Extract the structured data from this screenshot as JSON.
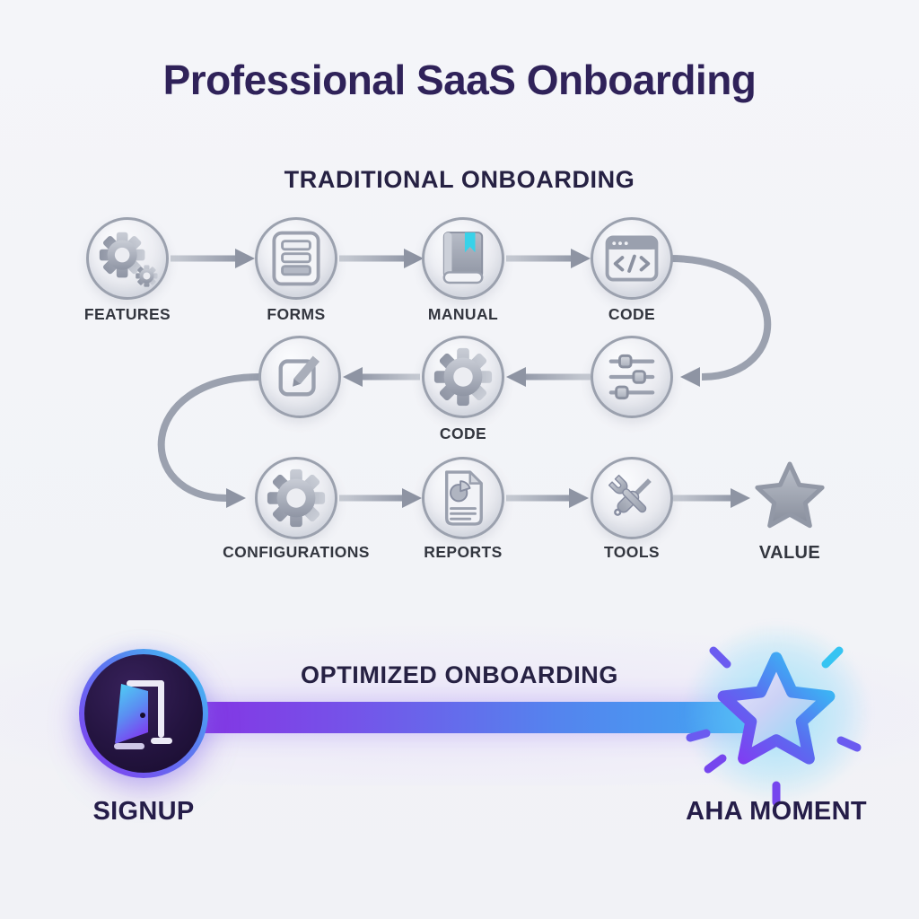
{
  "title": "Professional SaaS Onboarding",
  "traditional": {
    "heading": "TRADITIONAL ONBOARDING",
    "nodes": [
      {
        "label": "FEATURES",
        "icon": "gears-icon"
      },
      {
        "label": "FORMS",
        "icon": "form-icon"
      },
      {
        "label": "MANUAL",
        "icon": "book-icon"
      },
      {
        "label": "CODE",
        "icon": "code-window-icon"
      },
      {
        "label": "",
        "icon": "sliders-icon"
      },
      {
        "label": "CODE",
        "icon": "gear-icon"
      },
      {
        "label": "",
        "icon": "edit-icon"
      },
      {
        "label": "CONFIGURATIONS",
        "icon": "gear-icon"
      },
      {
        "label": "REPORTS",
        "icon": "report-icon"
      },
      {
        "label": "TOOLS",
        "icon": "tools-icon"
      },
      {
        "label": "VALUE",
        "icon": "star-icon"
      }
    ]
  },
  "optimized": {
    "heading": "OPTIMIZED ONBOARDING",
    "start": {
      "label": "SIGNUP",
      "icon": "door-icon"
    },
    "end": {
      "label": "AHA MOMENT",
      "icon": "aha-star-icon"
    }
  },
  "colors": {
    "background": "#f2f3f7",
    "title_text": "#2f2259",
    "heading_text": "#262143",
    "node_label_text": "#33363f",
    "icon_gray": "#9aa0ae",
    "bookmark_cyan": "#38d2e9",
    "bar_gradient_start": "#8a2be2",
    "bar_gradient_end": "#3fadf3",
    "accent_purple": "#8438f0",
    "accent_cyan": "#3dcdf5"
  }
}
